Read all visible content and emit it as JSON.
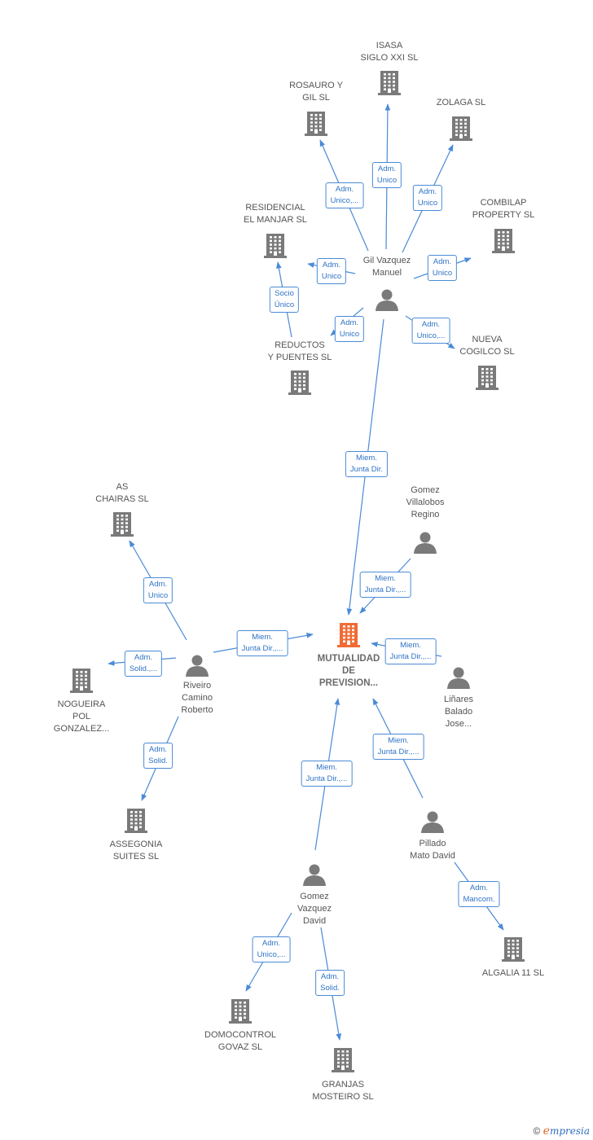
{
  "colors": {
    "edge": "#4a8bd6",
    "node": "#7a7a7a",
    "main_node": "#f06b35",
    "label_text": "#555555",
    "edge_text": "#2f73c7"
  },
  "nodes": [
    {
      "id": "mutualidad",
      "type": "company",
      "main": true,
      "lines": [
        "MUTUALIDAD",
        "DE",
        "PREVISION..."
      ]
    },
    {
      "id": "isasa",
      "type": "company",
      "lines": [
        "ISASA",
        "SIGLO XXI  SL"
      ]
    },
    {
      "id": "rosauro",
      "type": "company",
      "lines": [
        "ROSAURO Y",
        "GIL SL"
      ]
    },
    {
      "id": "zolaga",
      "type": "company",
      "lines": [
        "ZOLAGA SL"
      ]
    },
    {
      "id": "residencial",
      "type": "company",
      "lines": [
        "RESIDENCIAL",
        "EL MANJAR SL"
      ]
    },
    {
      "id": "combilap",
      "type": "company",
      "lines": [
        "COMBILAP",
        "PROPERTY SL"
      ]
    },
    {
      "id": "gilvazquez",
      "type": "person",
      "lines": [
        "Gil Vazquez",
        "Manuel"
      ]
    },
    {
      "id": "reductos",
      "type": "company",
      "lines": [
        "REDUCTOS",
        "Y PUENTES SL"
      ]
    },
    {
      "id": "nuevacogilco",
      "type": "company",
      "lines": [
        "NUEVA",
        "COGILCO  SL"
      ]
    },
    {
      "id": "aschairas",
      "type": "company",
      "lines": [
        "AS",
        "CHAIRAS SL"
      ]
    },
    {
      "id": "gomezvillalobos",
      "type": "person",
      "lines": [
        "Gomez",
        "Villalobos",
        "Regino"
      ]
    },
    {
      "id": "riveiro",
      "type": "person",
      "lines": [
        "Riveiro",
        "Camino",
        "Roberto"
      ]
    },
    {
      "id": "nogueira",
      "type": "company",
      "lines": [
        "NOGUEIRA",
        "POL",
        "GONZALEZ..."
      ]
    },
    {
      "id": "linares",
      "type": "person",
      "lines": [
        "Liñares",
        "Balado",
        "Jose..."
      ]
    },
    {
      "id": "assegonia",
      "type": "company",
      "lines": [
        "ASSEGONIA",
        "SUITES  SL"
      ]
    },
    {
      "id": "pillado",
      "type": "person",
      "lines": [
        "Pillado",
        "Mato David"
      ]
    },
    {
      "id": "gomezvazquez",
      "type": "person",
      "lines": [
        "Gomez",
        "Vazquez",
        "David"
      ]
    },
    {
      "id": "algalia",
      "type": "company",
      "lines": [
        "ALGALIA 11  SL"
      ]
    },
    {
      "id": "domocontrol",
      "type": "company",
      "lines": [
        "DOMOCONTROL",
        "GOVAZ SL"
      ]
    },
    {
      "id": "granjas",
      "type": "company",
      "lines": [
        "GRANJAS",
        "MOSTEIRO  SL"
      ]
    }
  ],
  "edges": [
    {
      "from": "gilvazquez",
      "to": "isasa",
      "lines": [
        "Adm.",
        "Unico"
      ]
    },
    {
      "from": "gilvazquez",
      "to": "rosauro",
      "lines": [
        "Adm.",
        "Unico,..."
      ]
    },
    {
      "from": "gilvazquez",
      "to": "zolaga",
      "lines": [
        "Adm.",
        "Unico"
      ]
    },
    {
      "from": "gilvazquez",
      "to": "residencial",
      "lines": [
        "Adm.",
        "Unico"
      ]
    },
    {
      "from": "gilvazquez",
      "to": "combilap",
      "lines": [
        "Adm.",
        "Unico"
      ]
    },
    {
      "from": "gilvazquez",
      "to": "reductos",
      "lines": [
        "Adm.",
        "Unico"
      ]
    },
    {
      "from": "gilvazquez",
      "to": "nuevacogilco",
      "lines": [
        "Adm.",
        "Unico,..."
      ]
    },
    {
      "from": "reductos",
      "to": "residencial",
      "lines": [
        "Socio",
        "Único"
      ]
    },
    {
      "from": "gilvazquez",
      "to": "mutualidad",
      "lines": [
        "Miem.",
        "Junta Dir."
      ]
    },
    {
      "from": "gomezvillalobos",
      "to": "mutualidad",
      "lines": [
        "Miem.",
        "Junta Dir.,..."
      ]
    },
    {
      "from": "riveiro",
      "to": "mutualidad",
      "lines": [
        "Miem.",
        "Junta Dir.,..."
      ]
    },
    {
      "from": "linares",
      "to": "mutualidad",
      "lines": [
        "Miem.",
        "Junta Dir.,..."
      ]
    },
    {
      "from": "riveiro",
      "to": "aschairas",
      "lines": [
        "Adm.",
        "Unico"
      ]
    },
    {
      "from": "riveiro",
      "to": "nogueira",
      "lines": [
        "Adm.",
        "Solid.,..."
      ]
    },
    {
      "from": "riveiro",
      "to": "assegonia",
      "lines": [
        "Adm.",
        "Solid."
      ]
    },
    {
      "from": "pillado",
      "to": "mutualidad",
      "lines": [
        "Miem.",
        "Junta Dir.,..."
      ]
    },
    {
      "from": "gomezvazquez",
      "to": "mutualidad",
      "lines": [
        "Miem.",
        "Junta Dir.,..."
      ]
    },
    {
      "from": "pillado",
      "to": "algalia",
      "lines": [
        "Adm.",
        "Mancom."
      ]
    },
    {
      "from": "gomezvazquez",
      "to": "domocontrol",
      "lines": [
        "Adm.",
        "Unico,..."
      ]
    },
    {
      "from": "gomezvazquez",
      "to": "granjas",
      "lines": [
        "Adm.",
        "Solid."
      ]
    }
  ],
  "watermark": {
    "copyright": "©",
    "brand_initial": "e",
    "brand_rest": "mpresia"
  }
}
